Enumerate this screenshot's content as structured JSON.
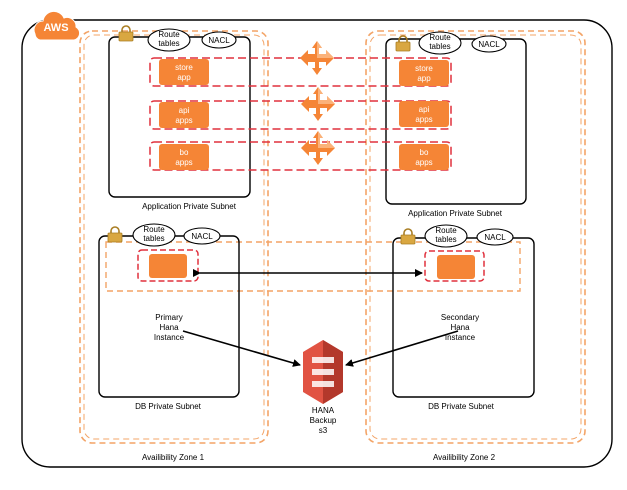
{
  "cloud": {
    "label": "AWS"
  },
  "zones": [
    {
      "label": "Availibility Zone 1"
    },
    {
      "label": "Availibility Zone 2"
    }
  ],
  "app_subnets": [
    {
      "label": "Application Private Subnet",
      "route_tables": "Route tables",
      "nacl": "NACL",
      "apps": [
        {
          "name": "store app"
        },
        {
          "name": "api apps"
        },
        {
          "name": "bo apps"
        }
      ]
    },
    {
      "label": "Application Private Subnet",
      "route_tables": "Route tables",
      "nacl": "NACL",
      "apps": [
        {
          "name": "store app"
        },
        {
          "name": "api apps"
        },
        {
          "name": "bo apps"
        }
      ]
    }
  ],
  "db_subnets": [
    {
      "label": "DB Private Subnet",
      "route_tables": "Route tables",
      "nacl": "NACL",
      "instance": "Primary Hana Instance"
    },
    {
      "label": "DB Private Subnet",
      "route_tables": "Route tables",
      "nacl": "NACL",
      "instance": "Secondary Hana Instance"
    }
  ],
  "backup": {
    "label": "HANA Backup s3"
  },
  "colors": {
    "orange": "#f58536",
    "zone_dash": "#f3a467",
    "red_dash": "#e0303d",
    "s3": "#e15343",
    "lock": "#d9a741"
  },
  "icons": {
    "cloud": "aws-cloud-icon",
    "lock": "lock-icon",
    "elb": "elastic-load-balancer-icon",
    "s3": "s3-bucket-icon"
  }
}
